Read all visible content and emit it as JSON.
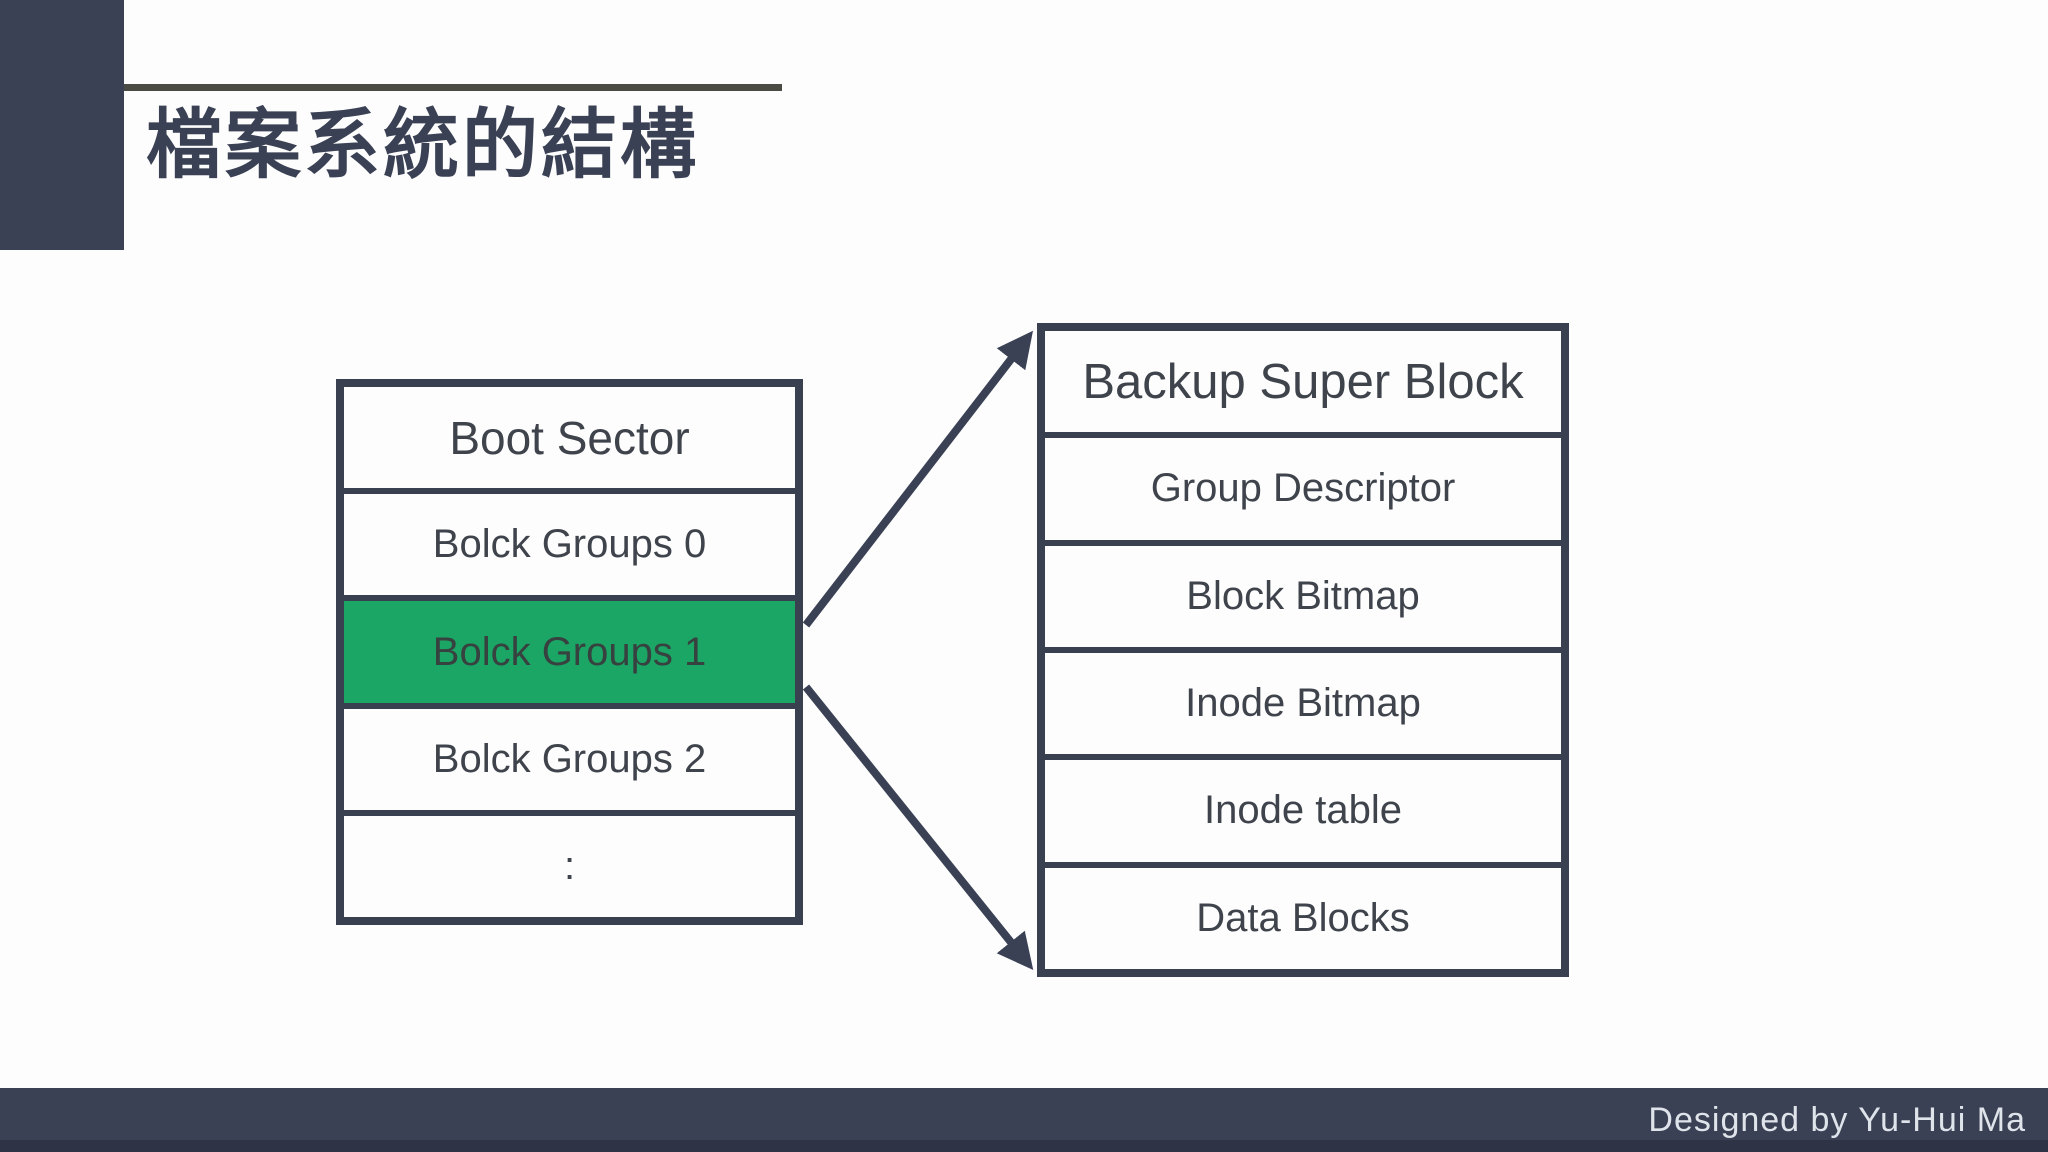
{
  "slide": {
    "title": "檔案系統的結構",
    "colors": {
      "accent_navy": "#3a4154",
      "table_border": "#39404f",
      "title_rule": "#4a4b42",
      "highlight_green": "#1ca666",
      "table_text": "#3f444c",
      "footer_text": "#dfe3ea",
      "background": "#fdfdfd"
    },
    "disk_layout_table": {
      "rows": [
        {
          "label": "Boot Sector",
          "highlighted": false
        },
        {
          "label": "Bolck Groups 0",
          "highlighted": false
        },
        {
          "label": "Bolck Groups 1",
          "highlighted": true
        },
        {
          "label": "Bolck Groups 2",
          "highlighted": false
        },
        {
          "label": ":",
          "highlighted": false
        }
      ]
    },
    "block_group_table": {
      "rows": [
        {
          "label": "Backup Super Block"
        },
        {
          "label": "Group Descriptor"
        },
        {
          "label": "Block Bitmap"
        },
        {
          "label": "Inode Bitmap"
        },
        {
          "label": "Inode table"
        },
        {
          "label": "Data Blocks"
        }
      ]
    },
    "footer": {
      "credit": "Designed by Yu-Hui Ma"
    }
  }
}
